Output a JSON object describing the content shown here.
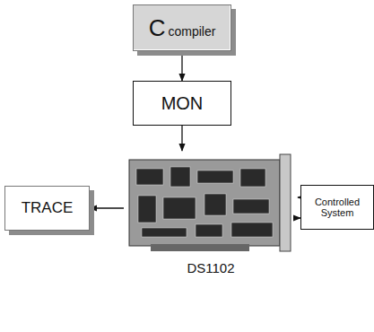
{
  "diagram": {
    "nodes": [
      {
        "text": [
          "C",
          "compiler"
        ]
      },
      {
        "text": [
          "MON"
        ]
      },
      {
        "text": [
          "DS1102"
        ]
      },
      {
        "text": [
          "TRACE"
        ]
      },
      {
        "text": [
          "Controlled System"
        ]
      }
    ],
    "edges": [
      {
        "from": 0,
        "to": 1,
        "arrow": "to"
      },
      {
        "from": 1,
        "to": 2,
        "arrow": "to"
      },
      {
        "from": 2,
        "to": 3,
        "arrow": "to"
      },
      {
        "from": 2,
        "to": 4,
        "arrow": "to"
      },
      {
        "from": 4,
        "to": 2,
        "arrow": "to"
      }
    ]
  }
}
